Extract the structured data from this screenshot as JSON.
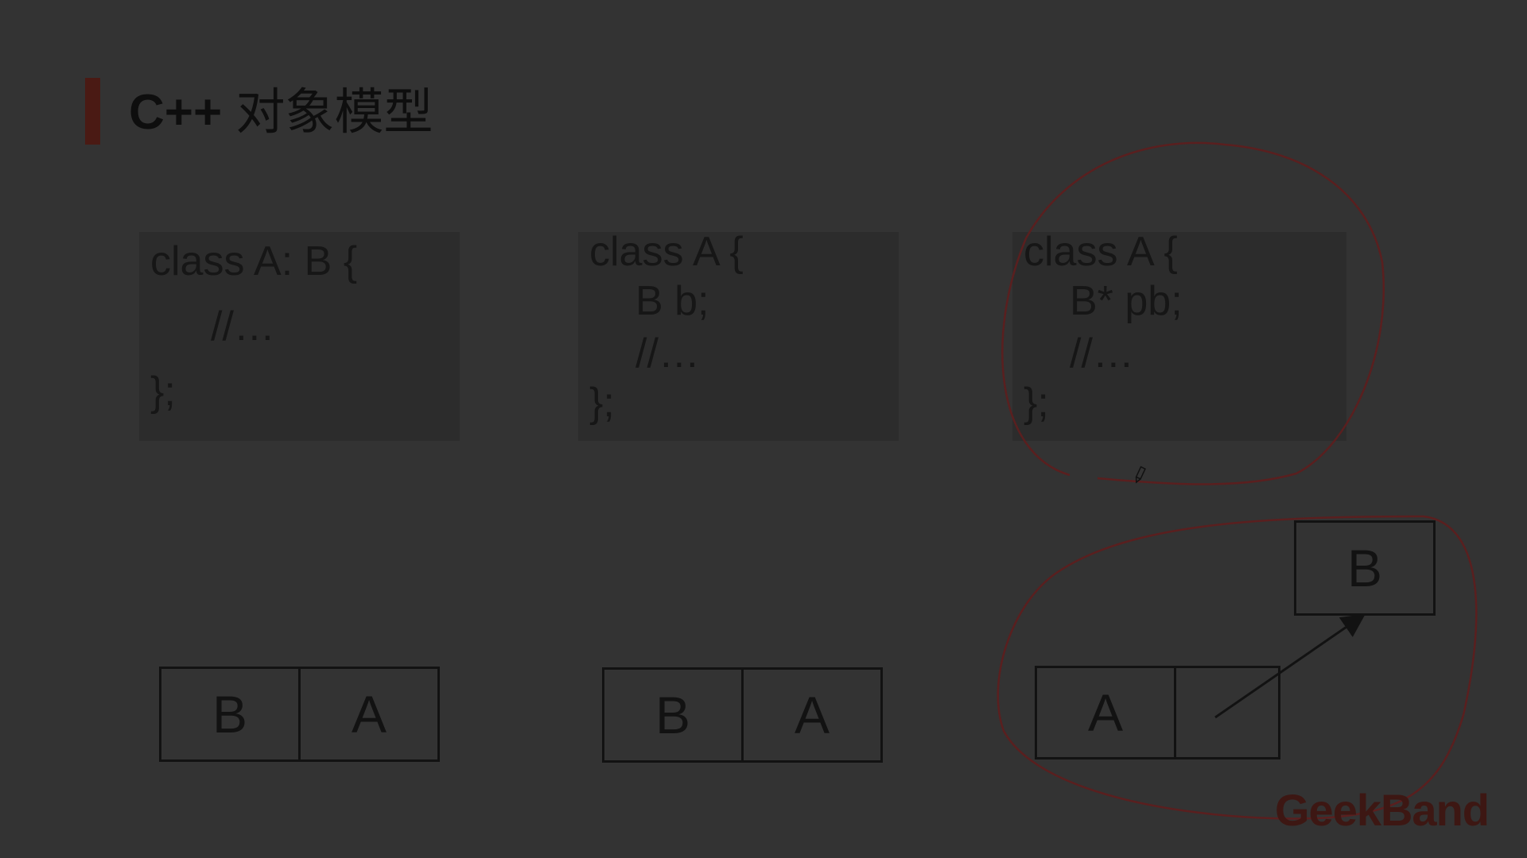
{
  "slide": {
    "title_en": "C++",
    "title_zh": "对象模型"
  },
  "code_blocks": [
    {
      "lines": [
        "class A: B {",
        "//…",
        "};"
      ]
    },
    {
      "lines": [
        "class A {",
        "B b;",
        "//…",
        "};"
      ]
    },
    {
      "lines": [
        "class A {",
        "B* pb;",
        "//…",
        "};"
      ]
    }
  ],
  "diagrams": [
    {
      "cells": [
        "B",
        "A"
      ]
    },
    {
      "cells": [
        "B",
        "A"
      ]
    },
    {
      "cells": [
        "A",
        ""
      ],
      "pointed_box": "B"
    }
  ],
  "logo": "GeekBand",
  "colors": {
    "background": "#333333",
    "accent_bar": "#4a1a14",
    "annotation_ink": "#5a1f1f",
    "logo": "#3d1713"
  },
  "icons": [
    "pen-cursor-icon"
  ]
}
